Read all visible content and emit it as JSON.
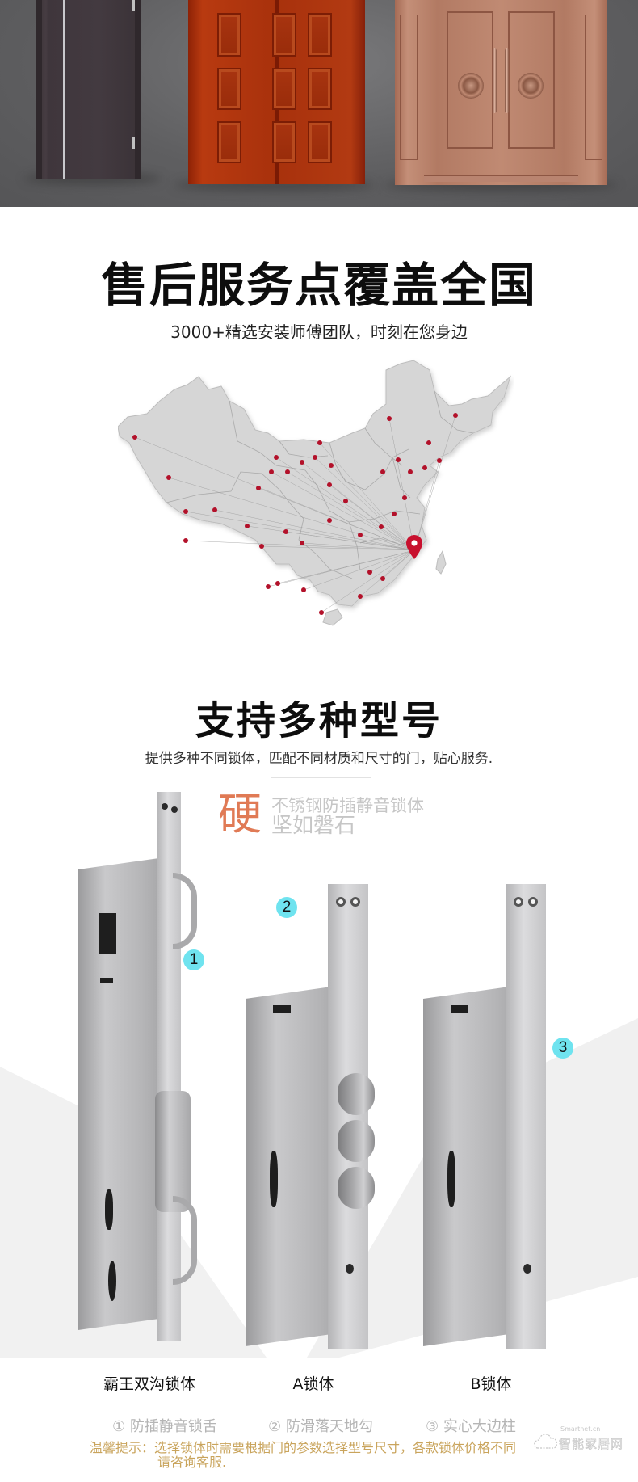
{
  "banner": {
    "doors": [
      {
        "name": "dark-wood-door",
        "color": "#433a40"
      },
      {
        "name": "red-wood-door",
        "color": "#a8310c"
      },
      {
        "name": "copper-double-door",
        "color": "#c08a73"
      }
    ]
  },
  "service": {
    "title": "售后服务点覆盖全国",
    "subtitle": "3000+精选安装师傅团队，时刻在您身边",
    "map": {
      "fill": "#d6d6d6",
      "dot_color": "#b3112a",
      "pin_color": "#c8102e"
    }
  },
  "models": {
    "title": "支持多种型号",
    "subtitle": "提供多种不同锁体，匹配不同材质和尺寸的门，贴心服务.",
    "hard_char": "硬",
    "tagline_1": "不锈钢防插静音锁体",
    "tagline_2": "坚如磐石",
    "badges": [
      "1",
      "2",
      "3"
    ],
    "locks": [
      {
        "label": "霸王双沟锁体"
      },
      {
        "label": "A锁体"
      },
      {
        "label": "B锁体"
      }
    ],
    "legend": [
      "① 防插静音锁舌",
      "② 防滑落天地勾",
      "③ 实心大边柱"
    ],
    "notice_line1": "温馨提示：选择锁体时需要根据门的参数选择型号尺寸，各款锁体价格不同",
    "notice_line2": "请咨询客服.",
    "accent_color": "#e07a55",
    "notice_color": "#c9a45c",
    "badge_color": "#6fe3ef"
  },
  "watermark": {
    "small": "Smartnet.cn",
    "text": "智能家居网"
  }
}
